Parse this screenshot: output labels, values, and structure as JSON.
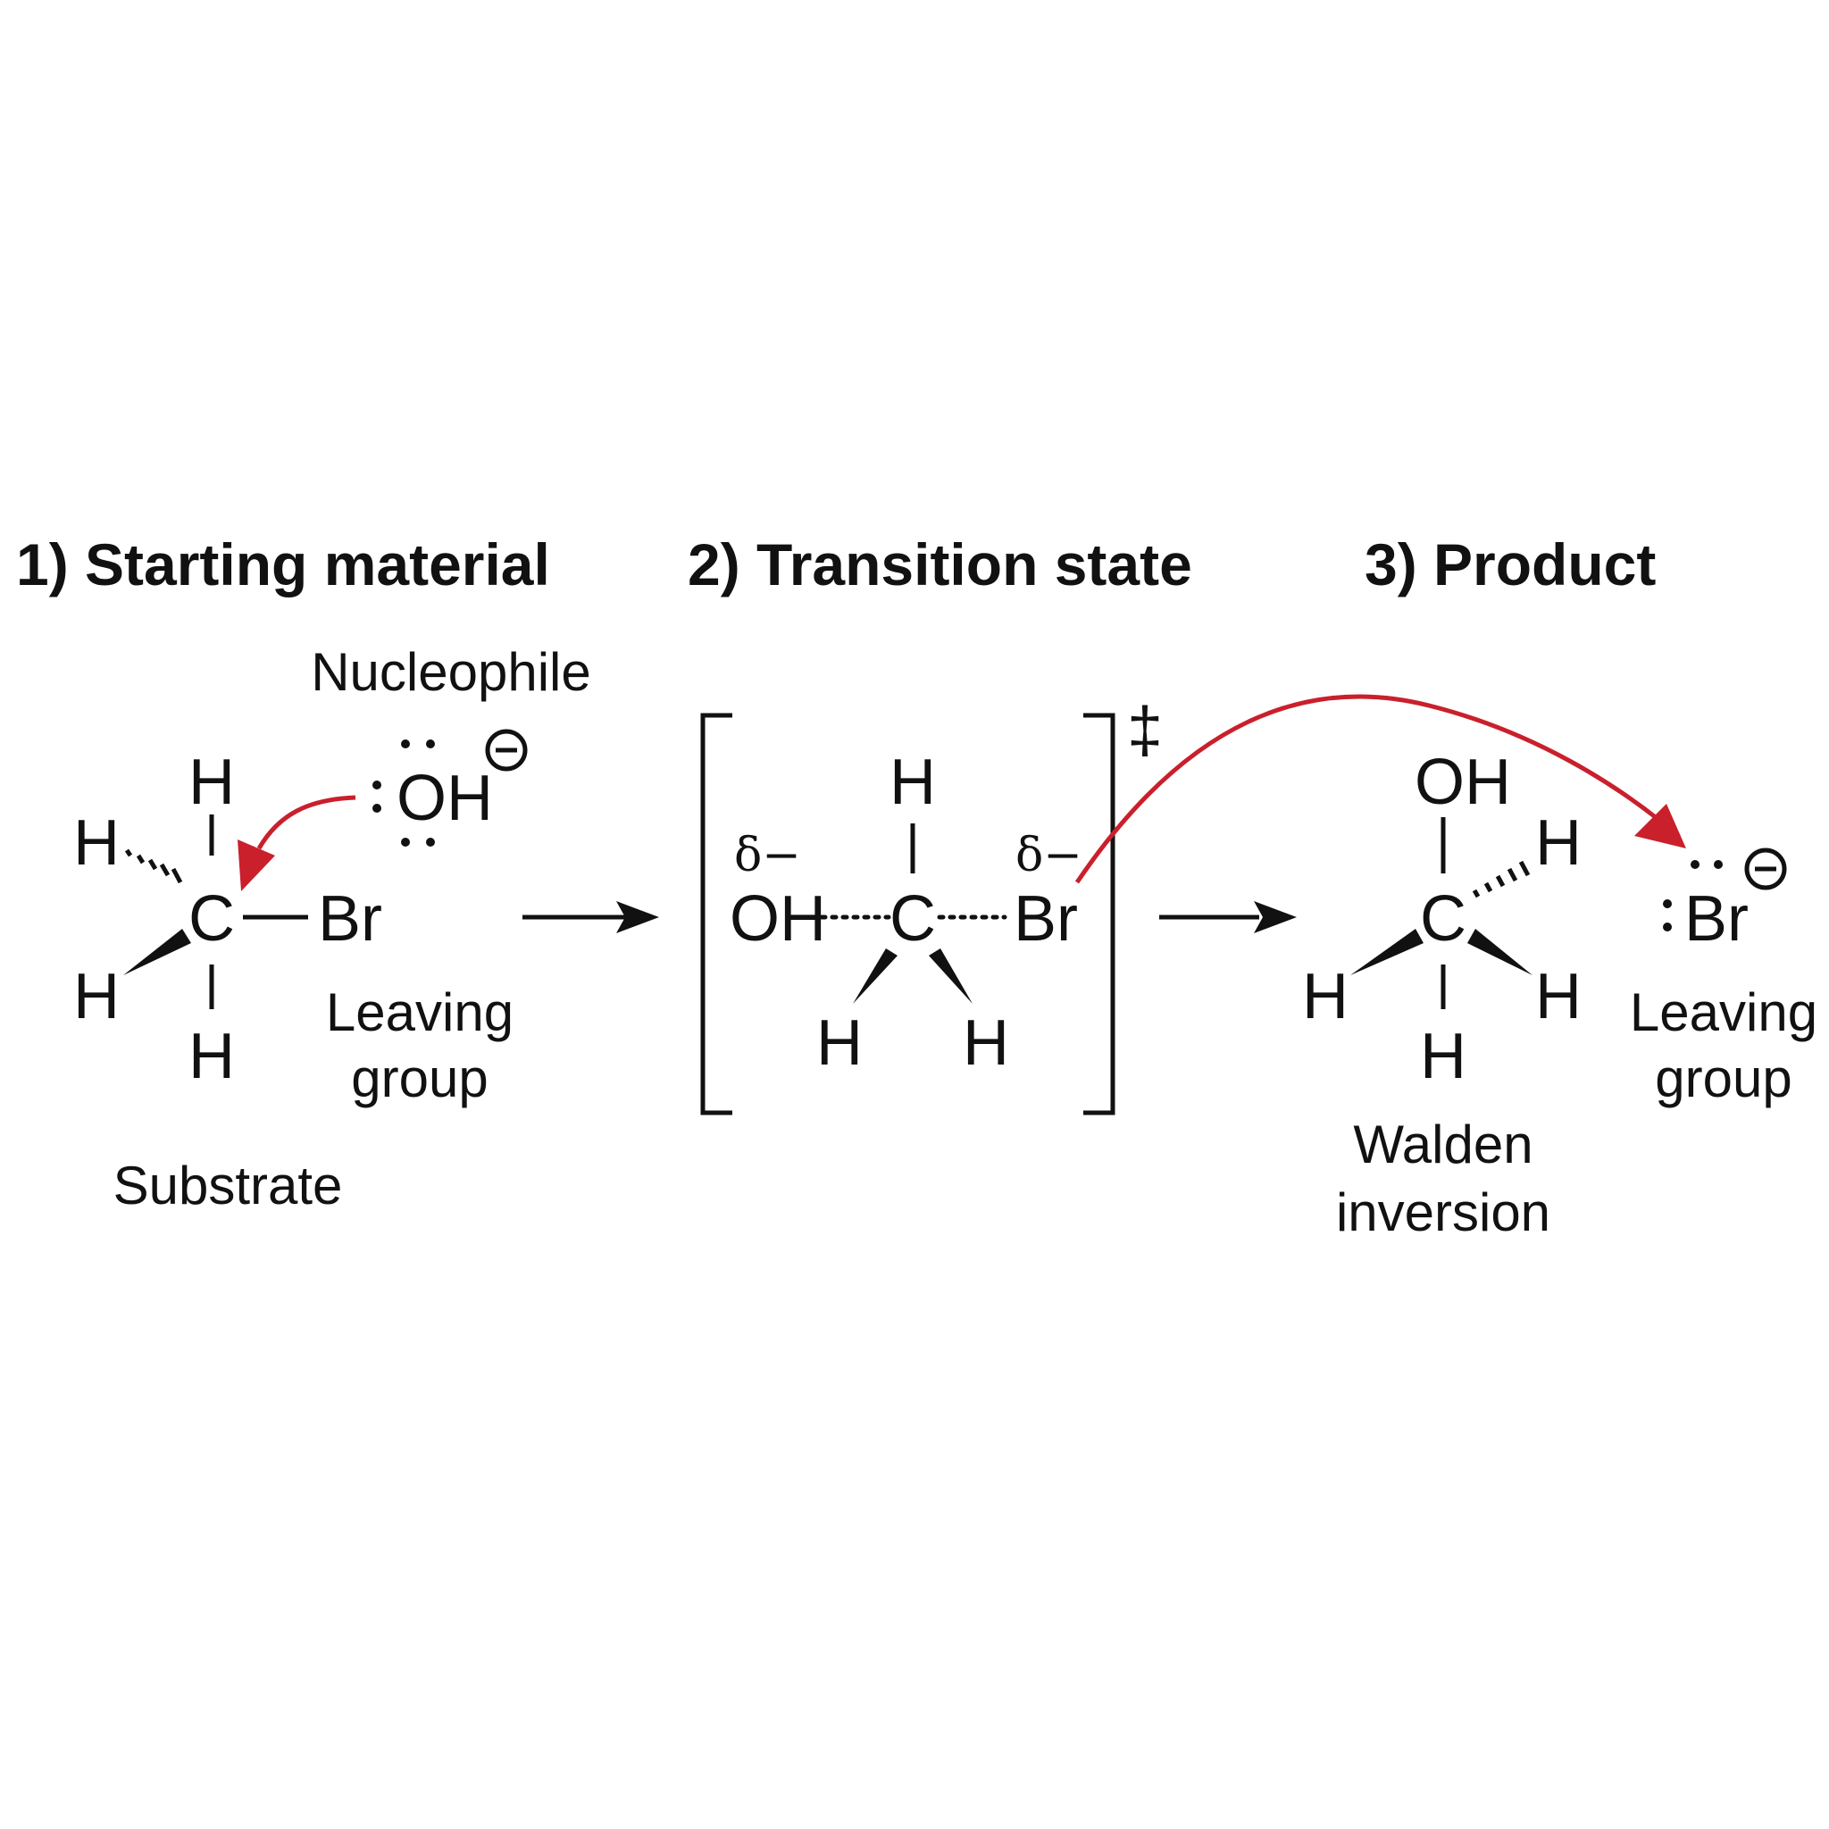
{
  "headings": {
    "starting": "1) Starting material",
    "transition": "2) Transition state",
    "product": "3) Product"
  },
  "labels": {
    "nucleophile": "Nucleophile",
    "substrate": "Substrate",
    "leaving_group_line1": "Leaving",
    "leaving_group_line2": "group",
    "walden_line1": "Walden",
    "walden_line2": "inversion"
  },
  "atoms": {
    "carbon": "C",
    "hydrogen": "H",
    "bromine": "Br",
    "hydroxide": "OH",
    "oxygen": "O",
    "delta_minus": "δ−",
    "double_dagger": "‡",
    "negative_charge": "−"
  },
  "colors": {
    "ink": "#111111",
    "electron_arrow": "#c9202c",
    "background": "#ffffff"
  }
}
